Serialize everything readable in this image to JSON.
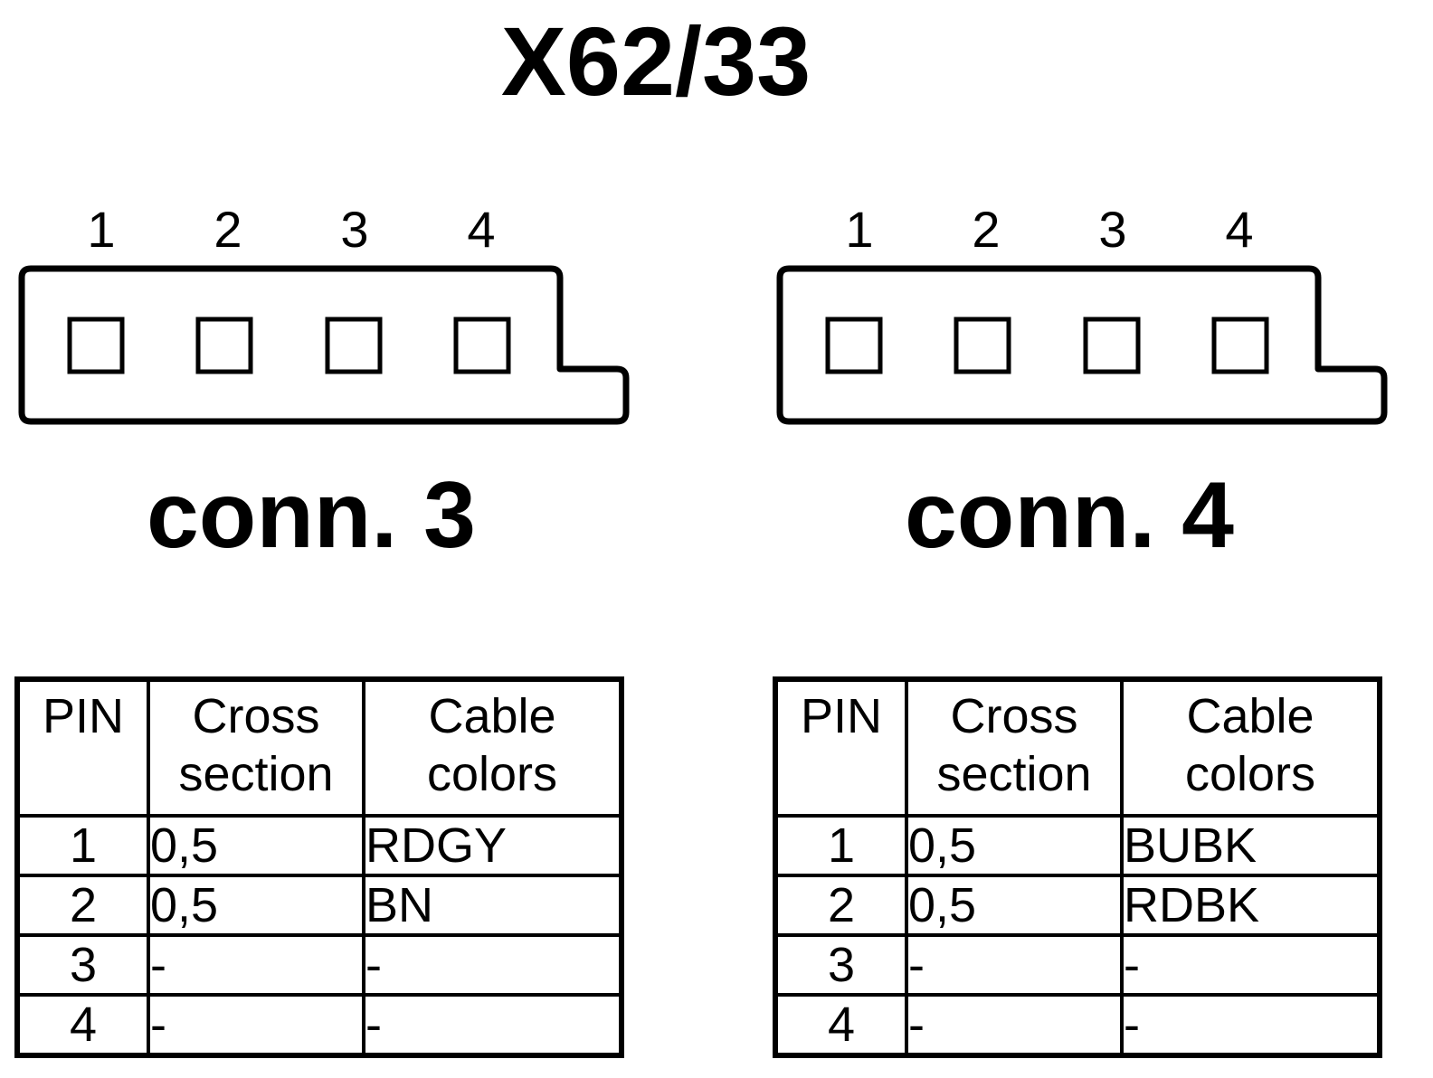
{
  "title": "X62/33",
  "connectors": [
    {
      "label": "conn. 3",
      "pin_numbers": [
        "1",
        "2",
        "3",
        "4"
      ],
      "table": {
        "headers": {
          "pin": "PIN",
          "cross_section": [
            "Cross",
            "section"
          ],
          "cable_colors": [
            "Cable",
            "colors"
          ]
        },
        "rows": [
          {
            "pin": "1",
            "cross_section": "0,5",
            "cable_colors": "RDGY"
          },
          {
            "pin": "2",
            "cross_section": "0,5",
            "cable_colors": "BN"
          },
          {
            "pin": "3",
            "cross_section": "-",
            "cable_colors": "-"
          },
          {
            "pin": "4",
            "cross_section": "-",
            "cable_colors": "-"
          }
        ]
      }
    },
    {
      "label": "conn. 4",
      "pin_numbers": [
        "1",
        "2",
        "3",
        "4"
      ],
      "table": {
        "headers": {
          "pin": "PIN",
          "cross_section": [
            "Cross",
            "section"
          ],
          "cable_colors": [
            "Cable",
            "colors"
          ]
        },
        "rows": [
          {
            "pin": "1",
            "cross_section": "0,5",
            "cable_colors": "BUBK"
          },
          {
            "pin": "2",
            "cross_section": "0,5",
            "cable_colors": "RDBK"
          },
          {
            "pin": "3",
            "cross_section": "-",
            "cable_colors": "-"
          },
          {
            "pin": "4",
            "cross_section": "-",
            "cable_colors": "-"
          }
        ]
      }
    }
  ]
}
